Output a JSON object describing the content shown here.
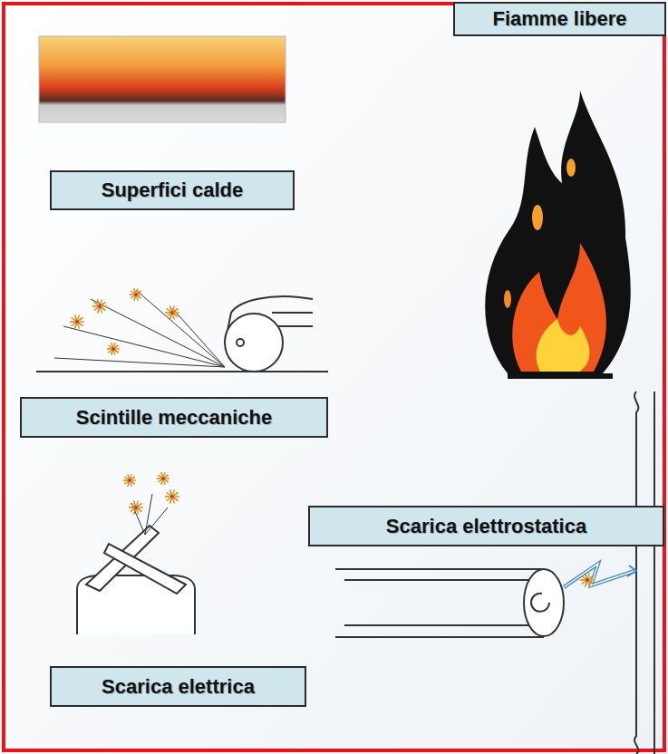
{
  "diagram": {
    "nodes": [
      {
        "text": [
          "Fiamme libere"
        ]
      },
      {
        "text": [
          "Superfici calde"
        ]
      },
      {
        "text": [
          "Scintille meccaniche"
        ]
      },
      {
        "text": [
          "Scarica elettrostatica"
        ]
      },
      {
        "text": [
          "Scarica elettrica"
        ]
      }
    ]
  }
}
